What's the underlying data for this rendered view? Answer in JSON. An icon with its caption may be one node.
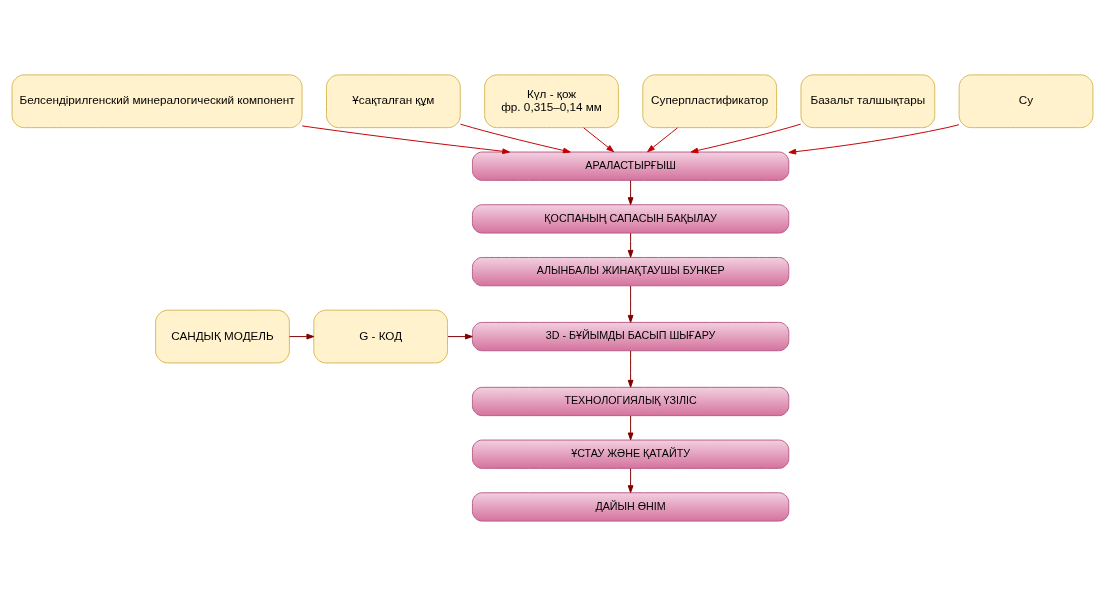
{
  "diagram": {
    "nodes": [
      {
        "text": [
          "Белсендірилгенский минералогический компонент"
        ]
      },
      {
        "text": [
          "Ұсақталған құм"
        ]
      },
      {
        "text": [
          "Күл - қож",
          "фр. 0,315–0,14 мм"
        ]
      },
      {
        "text": [
          "Суперпластификатор"
        ]
      },
      {
        "text": [
          "Базальт талшықтары"
        ]
      },
      {
        "text": [
          "Су"
        ]
      },
      {
        "text": [
          "АРАЛАСТЫРҒЫШ"
        ]
      },
      {
        "text": [
          "ҚОСПАНЫҢ САПАСЫН БАҚЫЛАУ"
        ]
      },
      {
        "text": [
          "АЛЫНБАЛЫ ЖИНАҚТАУШЫ БУНКЕР"
        ]
      },
      {
        "text": [
          "3D - БҰЙЫМДЫ БАСЫП ШЫҒАРУ"
        ]
      },
      {
        "text": [
          "ТЕХНОЛОГИЯЛЫҚ ҮЗІЛІС"
        ]
      },
      {
        "text": [
          "ҰСТАУ ЖӘНЕ ҚАТАЙТУ"
        ]
      },
      {
        "text": [
          "ДАЙЫН ӨНІМ"
        ]
      },
      {
        "text": [
          "САНДЫҚ МОДЕЛЬ"
        ]
      },
      {
        "text": [
          "G - КОД"
        ]
      }
    ],
    "edges": [
      {
        "from": 0,
        "to": 6,
        "arrow": "to",
        "color": "#c00000"
      },
      {
        "from": 1,
        "to": 6,
        "arrow": "to",
        "color": "#c00000"
      },
      {
        "from": 2,
        "to": 6,
        "arrow": "to",
        "color": "#c00000"
      },
      {
        "from": 3,
        "to": 6,
        "arrow": "to",
        "color": "#c00000"
      },
      {
        "from": 4,
        "to": 6,
        "arrow": "to",
        "color": "#c00000"
      },
      {
        "from": 5,
        "to": 6,
        "arrow": "to",
        "color": "#c00000"
      },
      {
        "from": 6,
        "to": 7,
        "arrow": "to"
      },
      {
        "from": 7,
        "to": 8,
        "arrow": "to"
      },
      {
        "from": 8,
        "to": 9,
        "arrow": "to"
      },
      {
        "from": 9,
        "to": 10,
        "arrow": "to"
      },
      {
        "from": 10,
        "to": 11,
        "arrow": "to"
      },
      {
        "from": 11,
        "to": 12,
        "arrow": "to"
      },
      {
        "from": 13,
        "to": 14,
        "arrow": "to"
      },
      {
        "from": 14,
        "to": 9,
        "arrow": "to"
      }
    ]
  }
}
